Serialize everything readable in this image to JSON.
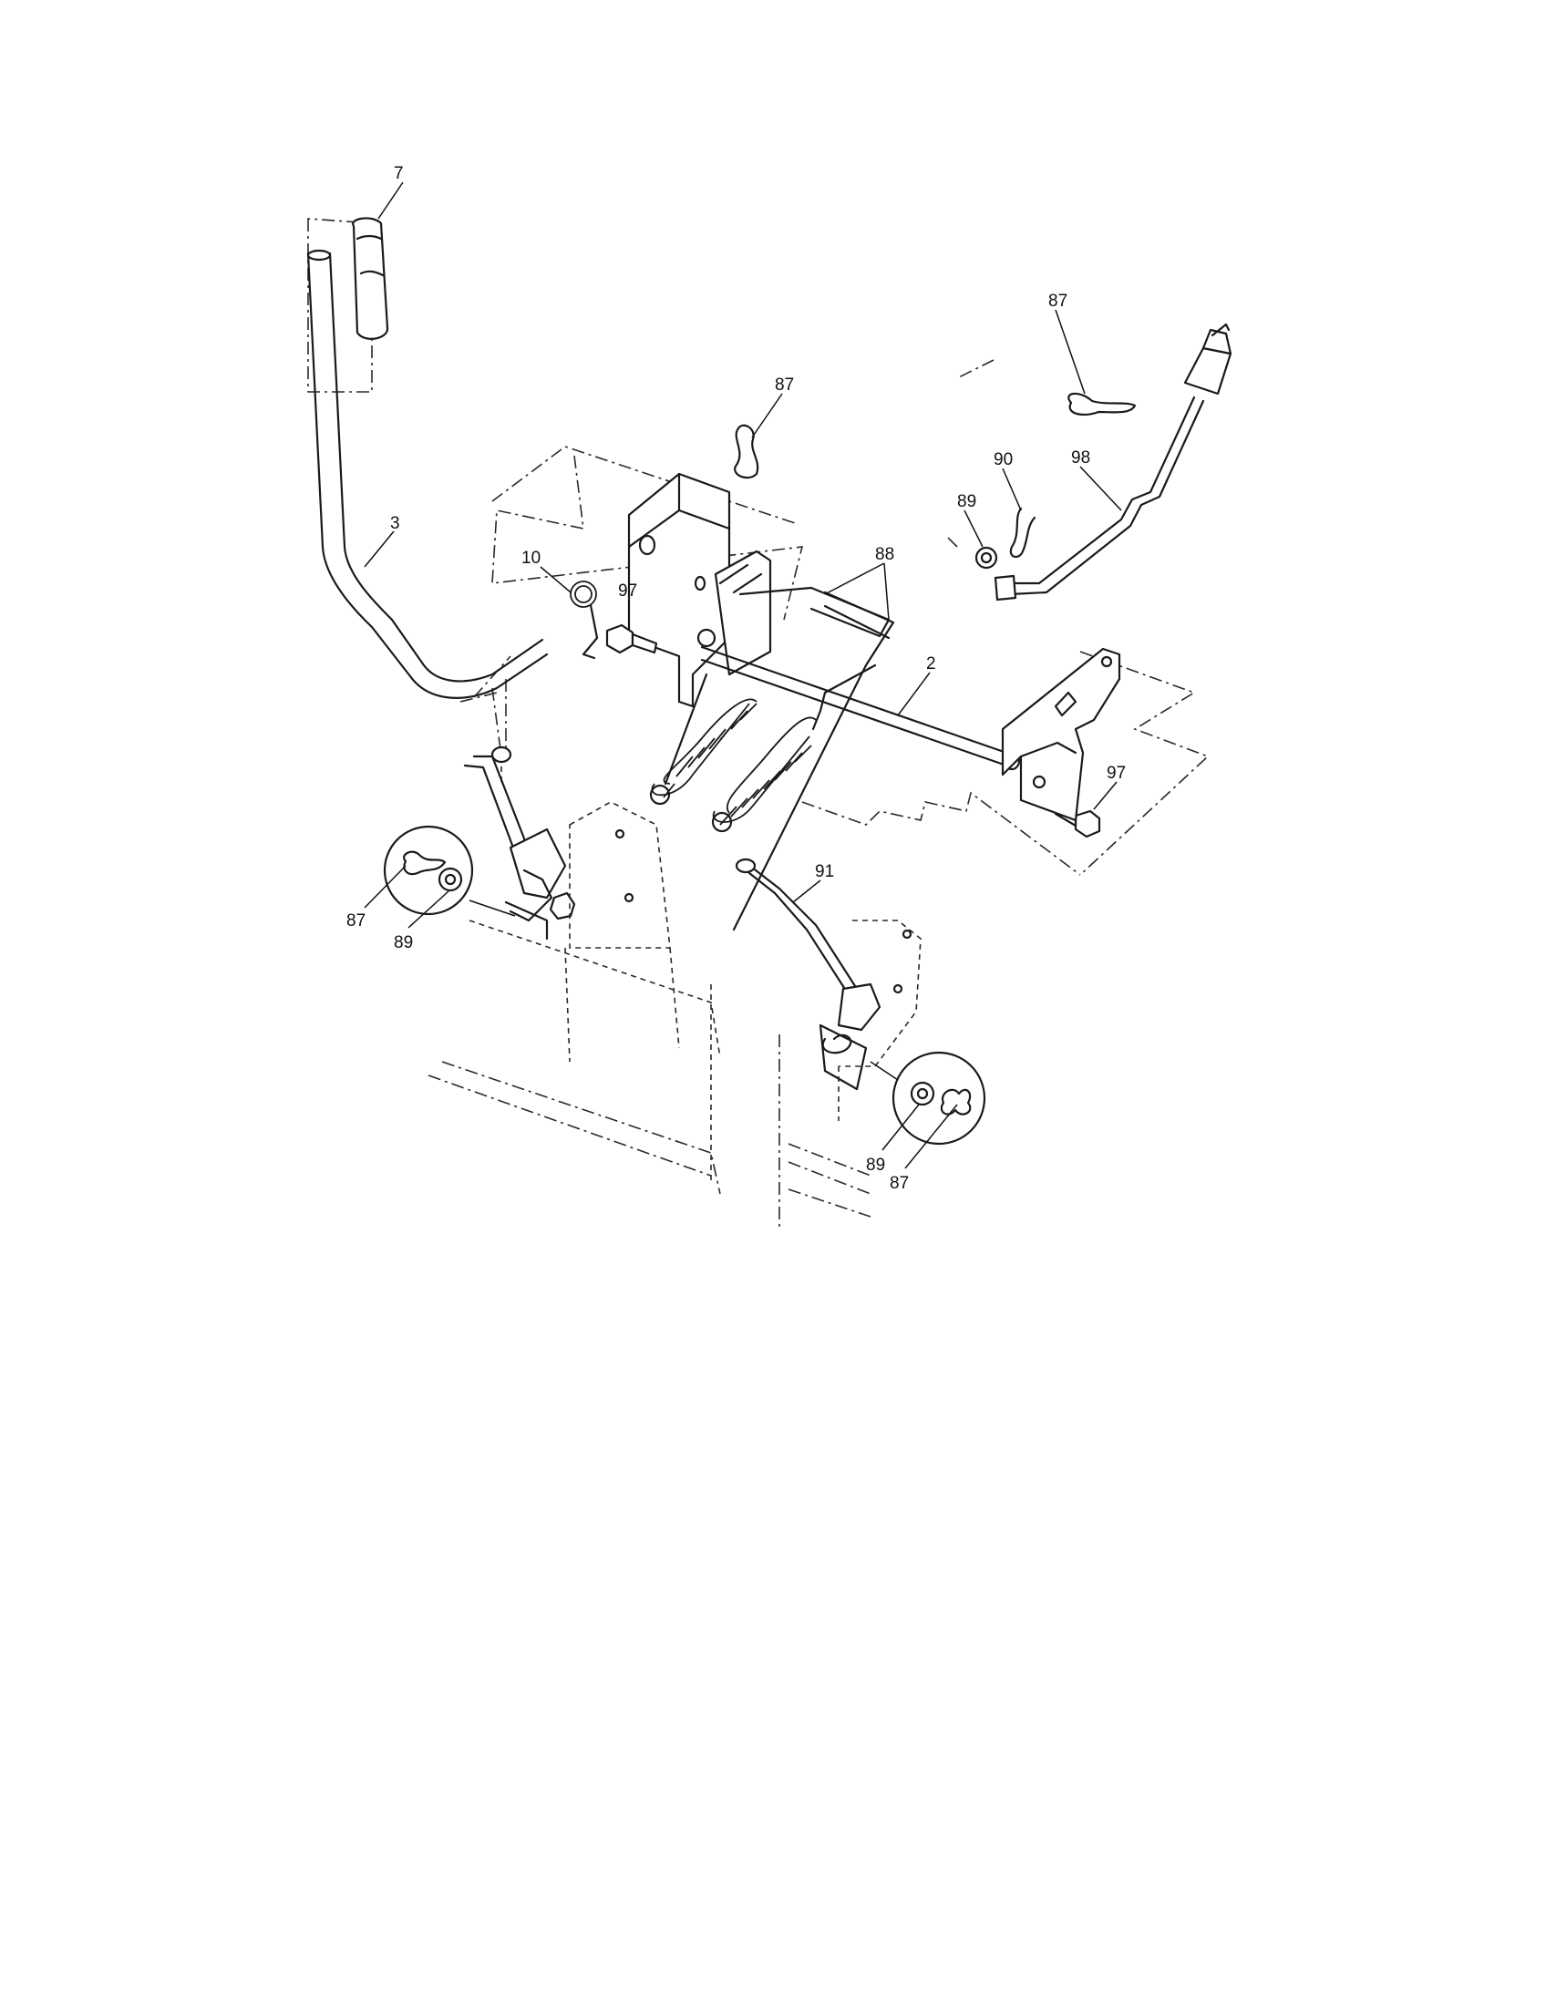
{
  "callouts": [
    {
      "id": "c-7",
      "label": "7"
    },
    {
      "id": "c-87-top",
      "label": "87"
    },
    {
      "id": "c-87-right",
      "label": "87"
    },
    {
      "id": "c-90",
      "label": "90"
    },
    {
      "id": "c-98",
      "label": "98"
    },
    {
      "id": "c-89-right",
      "label": "89"
    },
    {
      "id": "c-3",
      "label": "3"
    },
    {
      "id": "c-10",
      "label": "10"
    },
    {
      "id": "c-97-center",
      "label": "97"
    },
    {
      "id": "c-88",
      "label": "88"
    },
    {
      "id": "c-2",
      "label": "2"
    },
    {
      "id": "c-97-right",
      "label": "97"
    },
    {
      "id": "c-91",
      "label": "91"
    },
    {
      "id": "c-87-left",
      "label": "87"
    },
    {
      "id": "c-89-left",
      "label": "89"
    },
    {
      "id": "c-89-bottom",
      "label": "89"
    },
    {
      "id": "c-87-bottom",
      "label": "87"
    }
  ]
}
